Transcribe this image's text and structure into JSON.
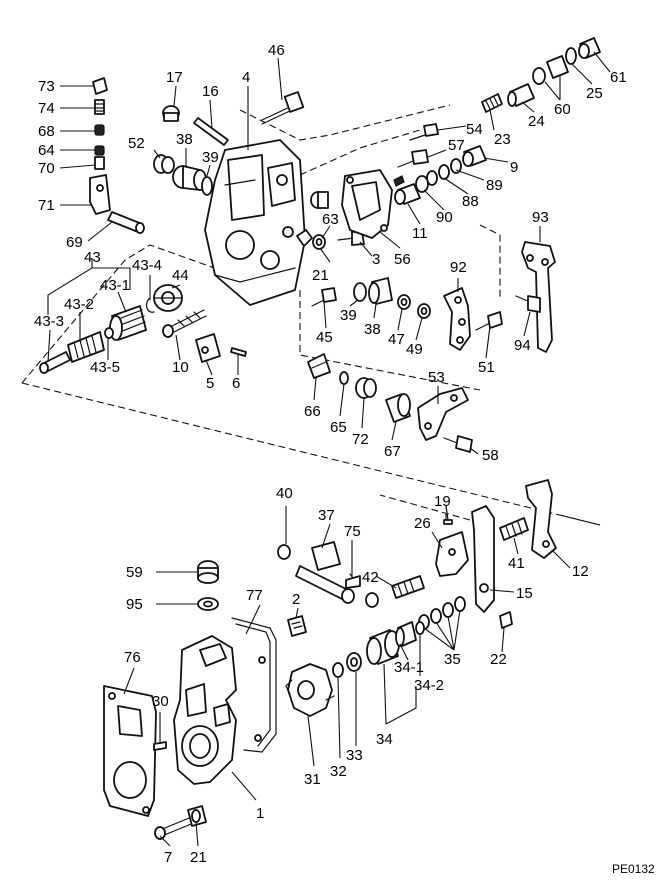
{
  "diagram_code": "PE0132",
  "callouts": {
    "c1": "1",
    "c2": "2",
    "c3": "3",
    "c4": "4",
    "c5": "5",
    "c6": "6",
    "c7": "7",
    "c9": "9",
    "c10": "10",
    "c11": "11",
    "c12": "12",
    "c15": "15",
    "c16": "16",
    "c17": "17",
    "c19": "19",
    "c21a": "21",
    "c21b": "21",
    "c22": "22",
    "c23": "23",
    "c24": "24",
    "c25": "25",
    "c26": "26",
    "c30": "30",
    "c31": "31",
    "c32": "32",
    "c33": "33",
    "c34": "34",
    "c34_1": "34-1",
    "c34_2": "34-2",
    "c35": "35",
    "c37": "37",
    "c38a": "38",
    "c38b": "38",
    "c39a": "39",
    "c39b": "39",
    "c40": "40",
    "c41": "41",
    "c42": "42",
    "c43": "43",
    "c43_1": "43-1",
    "c43_2": "43-2",
    "c43_3": "43-3",
    "c43_4": "43-4",
    "c43_5": "43-5",
    "c44": "44",
    "c45": "45",
    "c46": "46",
    "c47": "47",
    "c49": "49",
    "c51": "51",
    "c52": "52",
    "c53": "53",
    "c54": "54",
    "c56": "56",
    "c57": "57",
    "c58": "58",
    "c59": "59",
    "c60": "60",
    "c61": "61",
    "c63": "63",
    "c64": "64",
    "c65": "65",
    "c66": "66",
    "c67": "67",
    "c68": "68",
    "c69": "69",
    "c70": "70",
    "c71": "71",
    "c72": "72",
    "c73": "73",
    "c74": "74",
    "c75": "75",
    "c76": "76",
    "c77": "77",
    "c88": "88",
    "c89": "89",
    "c90": "90",
    "c92": "92",
    "c93": "93",
    "c94": "94",
    "c95": "95"
  }
}
